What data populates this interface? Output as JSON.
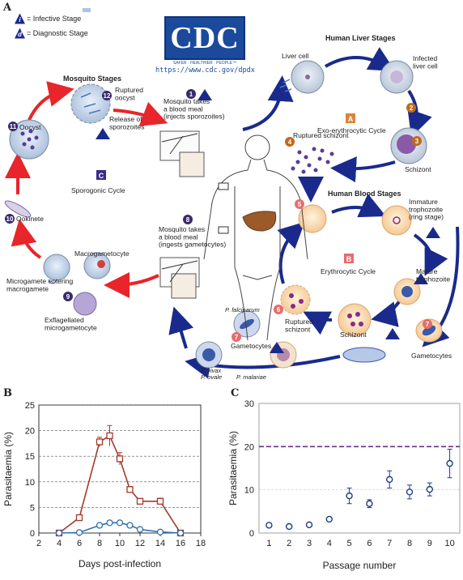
{
  "panels": {
    "a": "A",
    "b": "B",
    "c": "C"
  },
  "legend": {
    "infective": "= Infective Stage",
    "diagnostic": "= Diagnostic Stage",
    "infective_symbol": "i",
    "diagnostic_symbol": "d"
  },
  "cdc": {
    "logo": "CDC",
    "tagline": "SAFER · HEALTHIER · PEOPLE™",
    "url": "https://www.cdc.gov/dpdx"
  },
  "lifecycle": {
    "human_liver_stages": "Human Liver Stages",
    "liver_cell": "Liver cell",
    "infected_liver_cell": "Infected\nliver cell",
    "exo_cycle_letter": "A",
    "exo_cycle": "Exo-erythrocytic Cycle",
    "schizont": "Schizont",
    "ruptured_schizont": "Ruptured schizont",
    "human_blood_stages": "Human Blood Stages",
    "immature_trophozoite": "Immature\ntrophozoite\n(ring stage)",
    "erythrocytic_letter": "B",
    "erythrocytic_cycle": "Erythrocytic Cycle",
    "mature_trophozoite": "Mature\ntrophozoite",
    "schizont_blood": "Schizont",
    "ruptured_schizont_blood": "Ruptured\nschizont",
    "gametocytes": "Gametocytes",
    "gametocytes_left": "Gametocytes",
    "p_falciparum": "P. falciparum",
    "p_vivax": "P. vivax",
    "p_ovale": "P. ovale",
    "p_malariae": "P. malariae",
    "mosquito_stages": "Mosquito Stages",
    "ruptured_oocyst": "Ruptured\noocyst",
    "release_sporozoites": "Release of\nsporozoites",
    "oocyst": "Oocyst",
    "sporogonic_letter": "C",
    "sporogonic_cycle": "Sporogonic Cycle",
    "ookinete": "Ookinete",
    "macrogametocyte": "Macrogametocyte",
    "microgamete_entering": "Microgamete entering\nmacrogamete",
    "exflagellated": "Exflagellated\nmicrogametocyte",
    "mosquito_blood_meal_1": "Mosquito takes\na blood meal\n(injects sporozoites)",
    "mosquito_blood_meal_8": "Mosquito takes\na blood meal\n(ingests gametocytes)",
    "steps": [
      "1",
      "2",
      "3",
      "4",
      "5",
      "6",
      "7",
      "8",
      "9",
      "10",
      "11",
      "12"
    ]
  },
  "colors": {
    "navy": "#1a2a8c",
    "red": "#e8252a",
    "orange": "#c06a1a",
    "pink": "#e86b6b",
    "purple_line": "#6a2c91"
  },
  "chart_b": {
    "type": "line",
    "ylabel": "Parasitaemia (%)",
    "xlabel": "Days post-infection",
    "xticks": [
      "2",
      "4",
      "6",
      "8",
      "10",
      "12",
      "14",
      "16",
      "18"
    ],
    "yticks": [
      "0",
      "5",
      "10",
      "15",
      "20",
      "25"
    ],
    "xlim": [
      2,
      18
    ],
    "ylim": [
      0,
      25
    ],
    "series": [
      {
        "color": "#a33a2a",
        "marker": "square",
        "points": [
          [
            4,
            0
          ],
          [
            6,
            3
          ],
          [
            8,
            17.8
          ],
          [
            9,
            19
          ],
          [
            10,
            14.5
          ],
          [
            11,
            8.5
          ],
          [
            12,
            6.2
          ],
          [
            14,
            6.2
          ],
          [
            16,
            0
          ]
        ],
        "err": [
          0,
          0.4,
          0.9,
          2,
          1.2,
          0.6,
          0.4,
          0.6,
          0
        ]
      },
      {
        "color": "#2f6fb0",
        "marker": "circle",
        "points": [
          [
            4,
            0
          ],
          [
            6,
            0.1
          ],
          [
            8,
            1.5
          ],
          [
            9,
            2
          ],
          [
            10,
            2
          ],
          [
            11,
            1.5
          ],
          [
            12,
            0.7
          ],
          [
            14,
            0.2
          ],
          [
            16,
            0
          ]
        ],
        "err": [
          0,
          0,
          0.2,
          0.3,
          0.3,
          0.2,
          0.1,
          0,
          0
        ]
      }
    ],
    "grid": "dashed horizontal"
  },
  "chart_c": {
    "type": "scatter",
    "ylabel": "Parasitaemia (%)",
    "xlabel": "Passage number",
    "xticks": [
      "1",
      "2",
      "3",
      "4",
      "5",
      "6",
      "7",
      "8",
      "9",
      "10"
    ],
    "yticks": [
      "0",
      "10",
      "20",
      "30"
    ],
    "xlim": [
      0.5,
      10.5
    ],
    "ylim": [
      0,
      30
    ],
    "threshold": 20,
    "threshold_color": "#6a2c91",
    "series": [
      {
        "color": "#1a3c8c",
        "marker": "circle",
        "x": [
          1,
          2,
          3,
          4,
          5,
          6,
          7,
          8,
          9,
          10
        ],
        "y": [
          1.8,
          1.5,
          1.9,
          3.2,
          8.6,
          6.8,
          12.4,
          9.5,
          10.1,
          16.1
        ],
        "err": [
          0.5,
          0.4,
          0.4,
          0.4,
          1.8,
          0.9,
          2,
          1.6,
          1.5,
          3.3
        ]
      }
    ],
    "grid": "dashed horizontal"
  }
}
